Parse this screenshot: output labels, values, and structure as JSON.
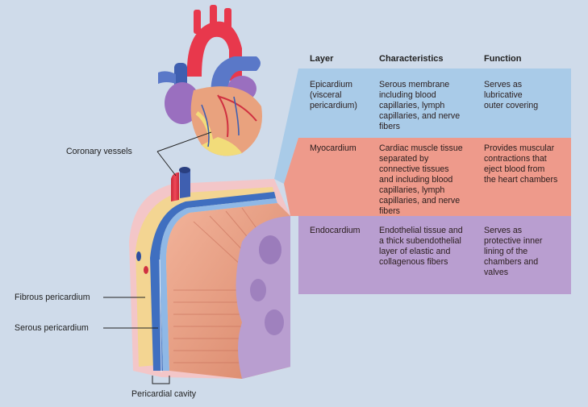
{
  "table": {
    "headers": [
      "Layer",
      "Characteristics",
      "Function"
    ],
    "rows": [
      {
        "layer": "Epicardium\n  (visceral\n  pericardium)",
        "characteristics": "Serous membrane\nincluding blood\ncapillaries, lymph\ncapillaries, and nerve\nfibers",
        "function": "Serves as\nlubricative\nouter covering",
        "color": "#a9cbe8"
      },
      {
        "layer": "Myocardium",
        "characteristics": "Cardiac muscle tissue\nseparated by\nconnective tissues\nand including blood\ncapillaries, lymph\ncapillaries, and nerve\nfibers",
        "function": "Provides muscular\ncontractions that\neject blood from\nthe heart chambers",
        "color": "#ee9a8b"
      },
      {
        "layer": "Endocardium",
        "characteristics": "Endothelial tissue and\na thick subendothelial\nlayer of elastic and\ncollagenous fibers",
        "function": "Serves as\nprotective inner\nlining of the\nchambers and\nvalves",
        "color": "#b99ed0"
      }
    ]
  },
  "labels": {
    "coronary_vessels": "Coronary vessels",
    "fibrous_pericardium": "Fibrous pericardium",
    "serous_pericardium": "Serous pericardium",
    "pericardial_cavity": "Pericardial cavity"
  },
  "colors": {
    "background": "#cfdbea",
    "epicardium": "#a9cbe8",
    "myocardium": "#ee9a8b",
    "endocardium": "#b99ed0",
    "aorta": "#e8384c",
    "vein": "#3f5fb0",
    "muscle": "#e59a7a",
    "fat": "#f2dc7a"
  }
}
